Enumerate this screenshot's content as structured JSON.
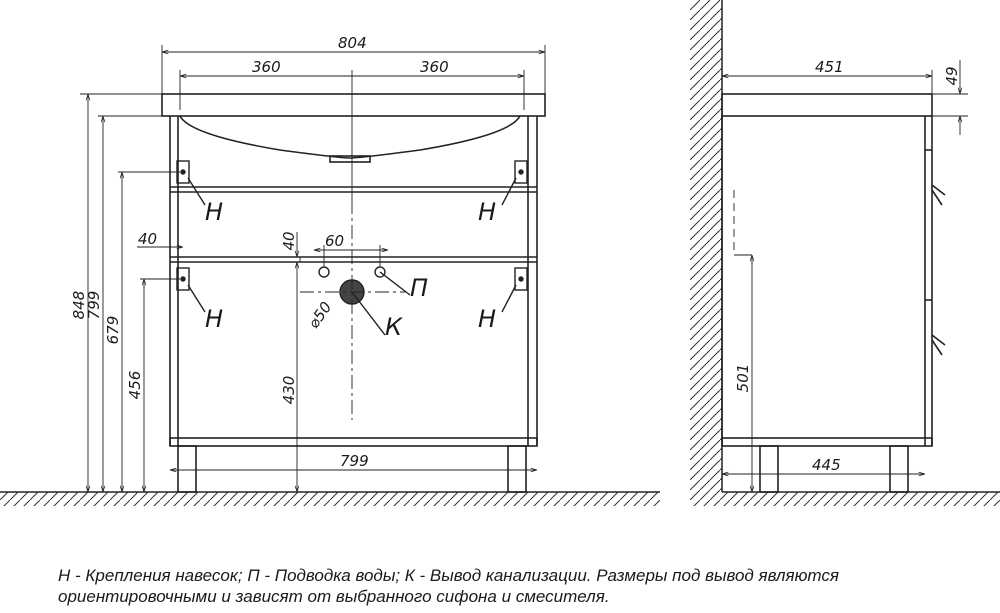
{
  "dimensions": {
    "overall_width": "804",
    "half_left": "360",
    "half_right": "360",
    "inner_width": "799",
    "height_848": "848",
    "height_799": "799",
    "height_679": "679",
    "height_456": "456",
    "offset_40_horizontal": "40",
    "offset_40_vertical": "40",
    "spacing_60": "60",
    "drain_diameter": "⌀50",
    "height_430": "430",
    "side_depth": "451",
    "top_thickness": "49",
    "side_height_501": "501",
    "side_depth_bottom": "445"
  },
  "labels": {
    "hanger": "Н",
    "water_supply": "П",
    "sewer_outlet": "К"
  },
  "legend": {
    "line1": "Н - Крепления навесок; П - Подводка воды; К - Вывод канализации. Размеры под вывод являются",
    "line2": "ориентировочными и зависят от выбранного сифона и смесителя."
  }
}
